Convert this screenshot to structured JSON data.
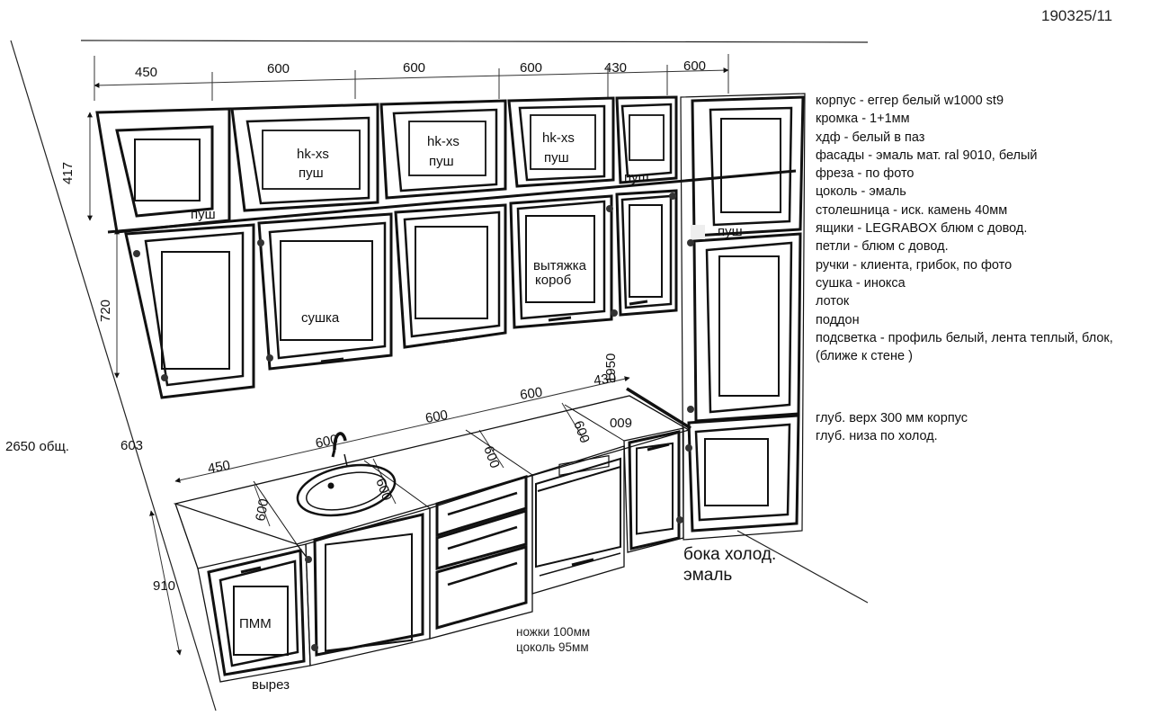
{
  "order_number": "190325/11",
  "total_height": "2650 общ.",
  "dimensions": {
    "upper_widths": [
      "450",
      "600",
      "600",
      "600",
      "430",
      "600"
    ],
    "upper_height": "417",
    "lower_upper_height": "720",
    "backsplash": "603",
    "base_height": "910",
    "counter_widths": [
      "450",
      "600",
      "600",
      "600",
      "430"
    ],
    "counter_depths": [
      "600",
      "600",
      "600",
      "600",
      "600"
    ],
    "tall_side": "1950"
  },
  "cabinet_labels": {
    "hkxs_1": "hk-xs",
    "push_1": "пуш",
    "hkxs_2": "hk-xs",
    "push_2": "пуш",
    "hkxs_3": "hk-xs",
    "push_3": "пуш",
    "push_left": "пуш",
    "push_430": "пуш",
    "push_tall": "пуш",
    "dryer": "сушка",
    "hood_1": "вытяжка",
    "hood_2": "короб",
    "dishwasher": "ПММ",
    "cutout": "вырез"
  },
  "spec_list": [
    "корпус - еггер белый w1000 st9",
    "кромка - 1+1мм",
    "хдф - белый в паз",
    "фасады - эмаль мат. ral 9010, белый",
    "фреза - по фото",
    "цоколь - эмаль",
    "столешница - иск. камень 40мм",
    "ящики - LEGRABOX блюм с довод.",
    "петли - блюм с довод.",
    "ручки - клиента, грибок, по фото",
    "сушка - инокса",
    "лоток",
    "поддон",
    "подсветка - профиль белый, лента теплый, блок, (ближе к стене )"
  ],
  "depth_notes": [
    "глуб. верх 300 мм корпус",
    "глуб. низа по холод."
  ],
  "fridge_note": {
    "line1": "бока холод.",
    "line2": "эмаль"
  },
  "legs_note": {
    "line1": "ножки 100мм",
    "line2": "цоколь 95мм"
  }
}
